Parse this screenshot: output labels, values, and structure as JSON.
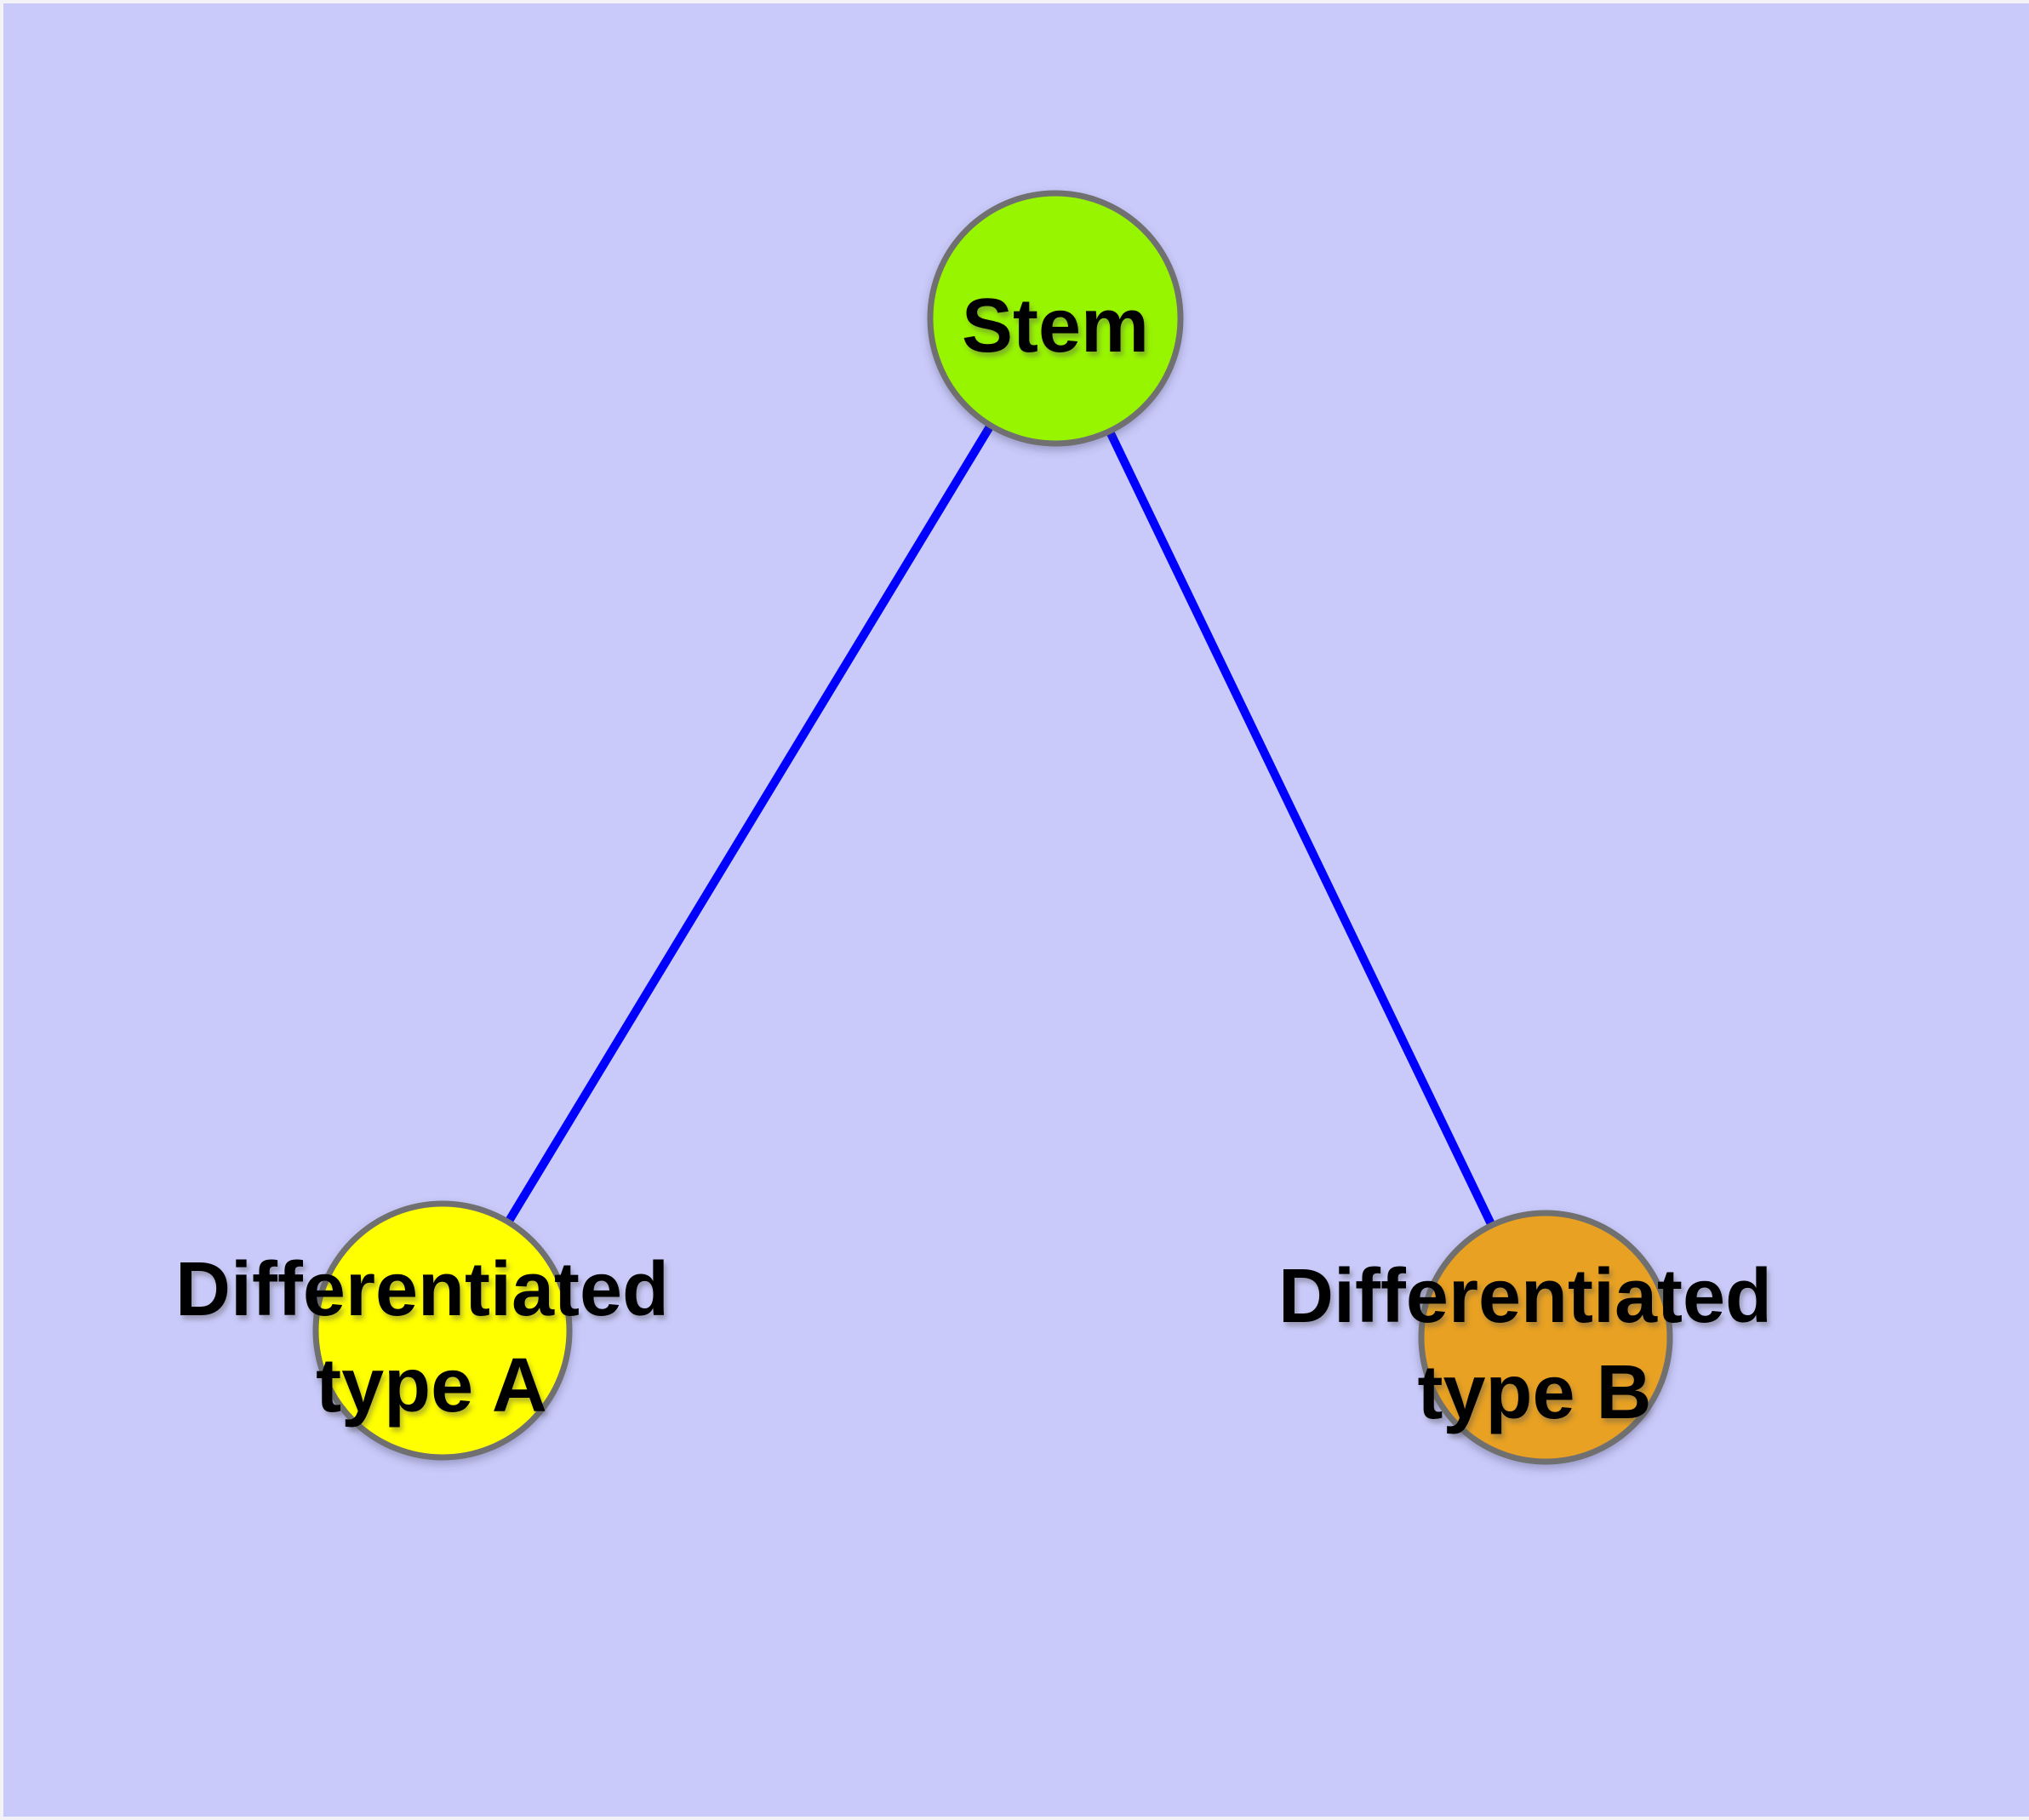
{
  "canvas": {
    "background_color": "#c9caf9",
    "frame_color": "#f2f2f8"
  },
  "style": {
    "edge_color": "#0000ff",
    "node_border_color": "#707070",
    "label_text_color": "#000000",
    "stem_fill": "#98f500",
    "type_a_fill": "#ffff00",
    "type_b_fill": "#e8a124"
  },
  "graph": {
    "nodes": [
      {
        "id": "stem",
        "label": "Stem",
        "color": "#98f500"
      },
      {
        "id": "differentiated-type-a",
        "label_line1": "Differentiated",
        "label_line2": "type A",
        "color": "#ffff00"
      },
      {
        "id": "differentiated-type-b",
        "label_line1": "Differentiated",
        "label_line2": "type B",
        "color": "#e8a124"
      }
    ],
    "edges": [
      {
        "source": "Stem",
        "target": "Differentiated type A"
      },
      {
        "source": "Stem",
        "target": "Differentiated type B"
      }
    ]
  }
}
